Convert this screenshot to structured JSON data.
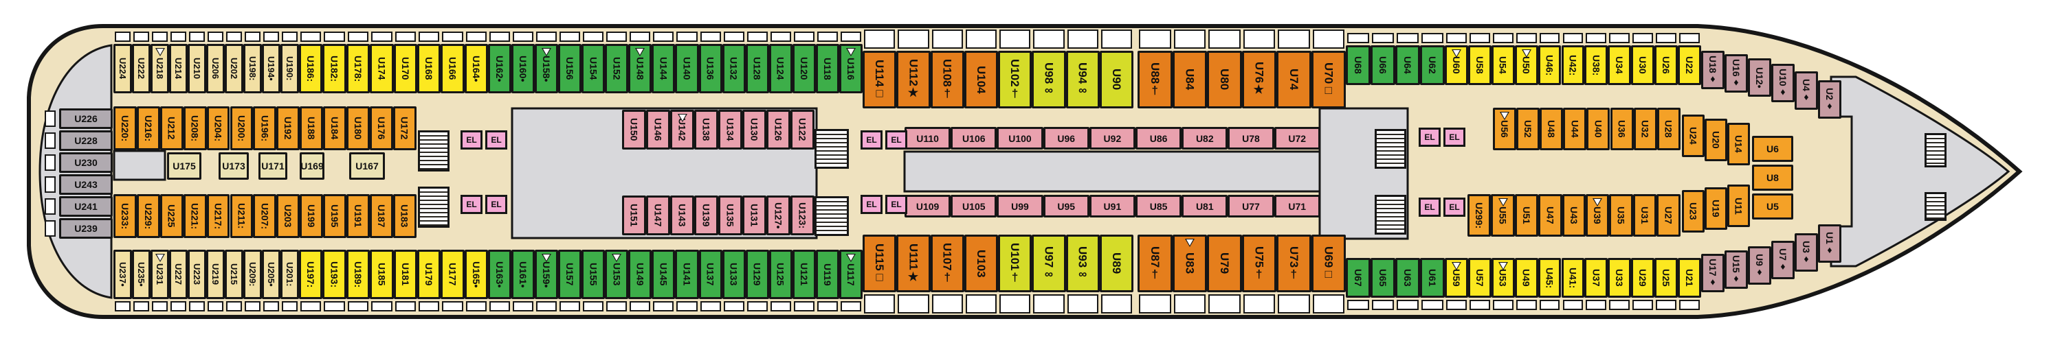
{
  "plan": {
    "deck_prefix": "U",
    "el_label": "EL"
  },
  "colors": {
    "cr": "#F2E0A4",
    "cm": "#EBE3B4",
    "ye": "#FCE820",
    "gr": "#3DAE49",
    "ol": "#F4A127",
    "od": "#E57E1C",
    "li": "#D5DC29",
    "pk": "#E9A1AE",
    "mv": "#C69CA2",
    "gy": "#B0AAB0",
    "el": "#F4A9D4",
    "deck": "#EFE2BF",
    "venue": "#D8D8DB",
    "outline": "#161616"
  },
  "sections": {
    "topOuter": [
      [
        "U224",
        "cr"
      ],
      [
        "U222",
        "cr"
      ],
      [
        "U218",
        "cr",
        "",
        1
      ],
      [
        "U214",
        "cr"
      ],
      [
        "U210",
        "cr"
      ],
      [
        "U206",
        "cr"
      ],
      [
        "U202",
        "cr"
      ],
      [
        "U198",
        "cr",
        ":"
      ],
      [
        "U194",
        "cr",
        "•"
      ],
      [
        "U190",
        "cr",
        ":"
      ],
      [
        "U186",
        "ye",
        ":"
      ],
      [
        "U182",
        "ye",
        ":"
      ],
      [
        "U178",
        "ye",
        ":"
      ],
      [
        "U174",
        "ye"
      ],
      [
        "U170",
        "ye"
      ],
      [
        "U168",
        "ye"
      ],
      [
        "U166",
        "ye"
      ],
      [
        "U164",
        "ye",
        "•"
      ],
      [
        "U162",
        "gr",
        "•"
      ],
      [
        "U160",
        "gr",
        "•"
      ],
      [
        "U158",
        "gr",
        "•",
        1
      ],
      [
        "U156",
        "gr"
      ],
      [
        "U154",
        "gr"
      ],
      [
        "U152",
        "gr"
      ],
      [
        "U148",
        "gr",
        "",
        1
      ],
      [
        "U144",
        "gr"
      ],
      [
        "U140",
        "gr"
      ],
      [
        "U136",
        "gr"
      ],
      [
        "U132",
        "gr"
      ],
      [
        "U128",
        "gr"
      ],
      [
        "U124",
        "gr"
      ],
      [
        "U120",
        "gr"
      ],
      [
        "U118",
        "gr"
      ],
      [
        "U116",
        "gr",
        "",
        1
      ],
      [
        "U114",
        "od",
        "□"
      ],
      [
        "U112",
        "od",
        "★"
      ],
      [
        "U108",
        "od",
        "†"
      ],
      [
        "U104",
        "od"
      ],
      [
        "U102",
        "li",
        "†"
      ],
      [
        "U98",
        "li",
        "∞"
      ],
      [
        "U94",
        "li",
        "∞"
      ],
      [
        "U90",
        "li"
      ],
      [
        "U88",
        "od",
        "†"
      ],
      [
        "U84",
        "od"
      ],
      [
        "U80",
        "od"
      ],
      [
        "U76",
        "od",
        "★"
      ],
      [
        "U74",
        "od"
      ],
      [
        "U70",
        "od",
        "□"
      ],
      [
        "U68",
        "gr"
      ],
      [
        "U66",
        "gr"
      ],
      [
        "U64",
        "gr"
      ],
      [
        "U62",
        "gr"
      ],
      [
        "U60",
        "ye",
        "",
        1
      ],
      [
        "U58",
        "ye"
      ],
      [
        "U54",
        "ye"
      ],
      [
        "U50",
        "ye",
        "",
        1
      ],
      [
        "U46",
        "ye",
        ":"
      ],
      [
        "U42",
        "ye",
        ":"
      ],
      [
        "U38",
        "ye",
        ":"
      ],
      [
        "U34",
        "ye"
      ],
      [
        "U30",
        "ye"
      ],
      [
        "U26",
        "ye"
      ],
      [
        "U22",
        "ye"
      ],
      [
        "U18",
        "mv",
        "♦"
      ],
      [
        "U16",
        "mv",
        "♦"
      ],
      [
        "U12",
        "mv",
        "•"
      ],
      [
        "U10",
        "mv",
        "♦"
      ],
      [
        "U4",
        "mv",
        "♦"
      ],
      [
        "U2",
        "mv",
        "♦"
      ]
    ],
    "secondLeft": [
      [
        "U220",
        "ol",
        ":"
      ],
      [
        "U216",
        "ol",
        ":"
      ],
      [
        "U212",
        "ol"
      ],
      [
        "U208",
        "ol",
        ":"
      ],
      [
        "U204",
        "ol",
        ":"
      ],
      [
        "U200",
        "ol",
        ":"
      ],
      [
        "U196",
        "ol",
        ":"
      ],
      [
        "U192",
        "ol"
      ],
      [
        "U188",
        "ol"
      ],
      [
        "U184",
        "ol"
      ],
      [
        "U180",
        "ol"
      ],
      [
        "U176",
        "ol"
      ],
      [
        "U172",
        "ol"
      ]
    ],
    "secondPink": [
      [
        "U150",
        "pk"
      ],
      [
        "U146",
        "pk"
      ],
      [
        "U142",
        "pk",
        "",
        1
      ],
      [
        "U138",
        "pk"
      ],
      [
        "U134",
        "pk"
      ],
      [
        "U130",
        "pk"
      ],
      [
        "U126",
        "pk"
      ],
      [
        "U122",
        "pk"
      ]
    ],
    "midPinkTop": [
      [
        "U110",
        "pk"
      ],
      [
        "U106",
        "pk"
      ],
      [
        "U100",
        "pk"
      ],
      [
        "U96",
        "pk"
      ],
      [
        "U92",
        "pk"
      ],
      [
        "U86",
        "pk"
      ],
      [
        "U82",
        "pk"
      ],
      [
        "U78",
        "pk"
      ],
      [
        "U72",
        "pk"
      ]
    ],
    "secondRight": [
      [
        "U56",
        "ol",
        "",
        1
      ],
      [
        "U52",
        "ol"
      ],
      [
        "U48",
        "ol"
      ],
      [
        "U44",
        "ol"
      ],
      [
        "U40",
        "ol"
      ],
      [
        "U36",
        "ol"
      ],
      [
        "U32",
        "ol"
      ],
      [
        "U28",
        "ol"
      ],
      [
        "U24",
        "ol"
      ],
      [
        "U20",
        "ol"
      ],
      [
        "U14",
        "ol"
      ]
    ],
    "bowStack": [
      [
        "U6",
        "ol"
      ],
      [
        "U8",
        "ol"
      ],
      [
        "U5",
        "ol"
      ]
    ],
    "thirdLeft": [
      [
        "U233",
        "ol",
        ":"
      ],
      [
        "U229",
        "ol",
        ":"
      ],
      [
        "U225",
        "ol"
      ],
      [
        "U221",
        "ol",
        ":"
      ],
      [
        "U217",
        "ol",
        ":"
      ],
      [
        "U211",
        "ol",
        ":"
      ],
      [
        "U207",
        "ol",
        ":"
      ],
      [
        "U203",
        "ol"
      ],
      [
        "U199",
        "ol"
      ],
      [
        "U195",
        "ol"
      ],
      [
        "U191",
        "ol"
      ],
      [
        "U187",
        "ol"
      ],
      [
        "U183",
        "ol"
      ]
    ],
    "thirdPink": [
      [
        "U151",
        "pk"
      ],
      [
        "U147",
        "pk"
      ],
      [
        "U143",
        "pk"
      ],
      [
        "U139",
        "pk"
      ],
      [
        "U135",
        "pk"
      ],
      [
        "U131",
        "pk"
      ],
      [
        "U127",
        "pk",
        "•"
      ],
      [
        "U123",
        "pk",
        ":"
      ]
    ],
    "midPinkBottom": [
      [
        "U109",
        "pk"
      ],
      [
        "U105",
        "pk"
      ],
      [
        "U99",
        "pk"
      ],
      [
        "U95",
        "pk"
      ],
      [
        "U91",
        "pk"
      ],
      [
        "U85",
        "pk"
      ],
      [
        "U81",
        "pk"
      ],
      [
        "U77",
        "pk"
      ],
      [
        "U71",
        "pk"
      ]
    ],
    "thirdRight": [
      [
        "U299",
        "ol",
        ":"
      ],
      [
        "U55",
        "ol",
        "",
        1
      ],
      [
        "U51",
        "ol"
      ],
      [
        "U47",
        "ol"
      ],
      [
        "U43",
        "ol"
      ],
      [
        "U39",
        "ol",
        "",
        1
      ],
      [
        "U35",
        "ol"
      ],
      [
        "U31",
        "ol"
      ],
      [
        "U27",
        "ol"
      ],
      [
        "U23",
        "ol"
      ],
      [
        "U19",
        "ol"
      ],
      [
        "U11",
        "ol"
      ]
    ],
    "bottomOuter": [
      [
        "U237",
        "cr",
        "•"
      ],
      [
        "U235",
        "cr",
        "•"
      ],
      [
        "U231",
        "cr",
        "",
        1
      ],
      [
        "U227",
        "cr"
      ],
      [
        "U223",
        "cr"
      ],
      [
        "U219",
        "cr"
      ],
      [
        "U215",
        "cr"
      ],
      [
        "U209",
        "cr",
        ":"
      ],
      [
        "U205",
        "cr",
        "•"
      ],
      [
        "U201",
        "cr",
        ":"
      ],
      [
        "U197",
        "ye",
        ":"
      ],
      [
        "U193",
        "ye",
        ":"
      ],
      [
        "U189",
        "ye",
        ":"
      ],
      [
        "U185",
        "ye"
      ],
      [
        "U181",
        "ye"
      ],
      [
        "U179",
        "ye"
      ],
      [
        "U177",
        "ye"
      ],
      [
        "U165",
        "ye",
        "•"
      ],
      [
        "U163",
        "gr",
        "•"
      ],
      [
        "U161",
        "gr",
        "•"
      ],
      [
        "U159",
        "gr",
        "•",
        1
      ],
      [
        "U157",
        "gr"
      ],
      [
        "U155",
        "gr"
      ],
      [
        "U153",
        "gr",
        "",
        1
      ],
      [
        "U149",
        "gr"
      ],
      [
        "U145",
        "gr"
      ],
      [
        "U141",
        "gr"
      ],
      [
        "U137",
        "gr"
      ],
      [
        "U133",
        "gr"
      ],
      [
        "U129",
        "gr"
      ],
      [
        "U125",
        "gr"
      ],
      [
        "U121",
        "gr"
      ],
      [
        "U119",
        "gr"
      ],
      [
        "U117",
        "gr",
        "",
        1
      ],
      [
        "U115",
        "od",
        "□"
      ],
      [
        "U111",
        "od",
        "★"
      ],
      [
        "U107",
        "od",
        "†"
      ],
      [
        "U103",
        "od"
      ],
      [
        "U101",
        "li",
        "†"
      ],
      [
        "U97",
        "li",
        "∞"
      ],
      [
        "U93",
        "li",
        "∞"
      ],
      [
        "U89",
        "li"
      ],
      [
        "U87",
        "od",
        "†"
      ],
      [
        "U83",
        "od",
        "",
        1
      ],
      [
        "U79",
        "od"
      ],
      [
        "U75",
        "od",
        "†"
      ],
      [
        "U73",
        "od",
        "†"
      ],
      [
        "U69",
        "od",
        "□"
      ],
      [
        "U67",
        "gr"
      ],
      [
        "U65",
        "gr"
      ],
      [
        "U63",
        "gr"
      ],
      [
        "U61",
        "gr"
      ],
      [
        "U59",
        "ye",
        "",
        1
      ],
      [
        "U57",
        "ye"
      ],
      [
        "U53",
        "ye",
        "",
        1
      ],
      [
        "U49",
        "ye"
      ],
      [
        "U45",
        "ye",
        ":"
      ],
      [
        "U41",
        "ye",
        ":"
      ],
      [
        "U37",
        "ye"
      ],
      [
        "U33",
        "ye"
      ],
      [
        "U29",
        "ye"
      ],
      [
        "U25",
        "ye"
      ],
      [
        "U21",
        "ye"
      ],
      [
        "U17",
        "mv",
        "♦"
      ],
      [
        "U15",
        "mv",
        "♦"
      ],
      [
        "U9",
        "mv",
        "♦"
      ],
      [
        "U7",
        "mv",
        "♦"
      ],
      [
        "U3",
        "mv",
        "♦"
      ],
      [
        "U1",
        "mv",
        "♦"
      ]
    ],
    "sternGray": [
      [
        "U226",
        "gy"
      ],
      [
        "U228",
        "gy"
      ],
      [
        "U230",
        "gy"
      ],
      [
        "U243",
        "gy"
      ],
      [
        "U241",
        "gy"
      ],
      [
        "U239",
        "gy"
      ]
    ],
    "midCream": [
      [
        "U175",
        "cm"
      ],
      [
        "U173",
        "cm"
      ],
      [
        "U171",
        "cm"
      ],
      [
        "U169",
        "cm"
      ],
      [
        "U167",
        "cm"
      ]
    ]
  }
}
